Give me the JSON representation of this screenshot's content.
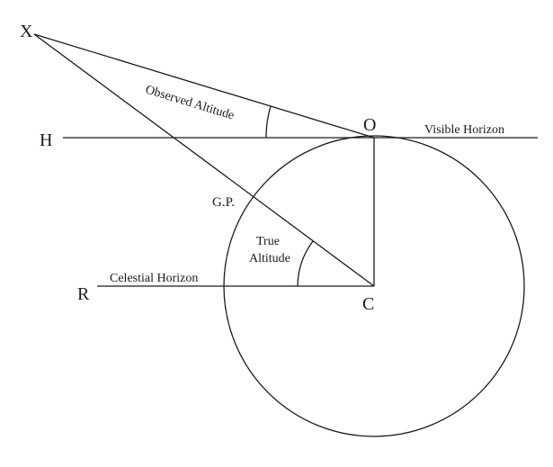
{
  "points": {
    "x": "X",
    "h": "H",
    "o": "O",
    "gp": "G.P.",
    "r": "R",
    "c": "C"
  },
  "labels": {
    "observed_altitude": "Observed Altitude",
    "visible_horizon": "Visible Horizon",
    "true_altitude_line1": "True",
    "true_altitude_line2": "Altitude",
    "celestial_horizon": "Celestial Horizon"
  }
}
